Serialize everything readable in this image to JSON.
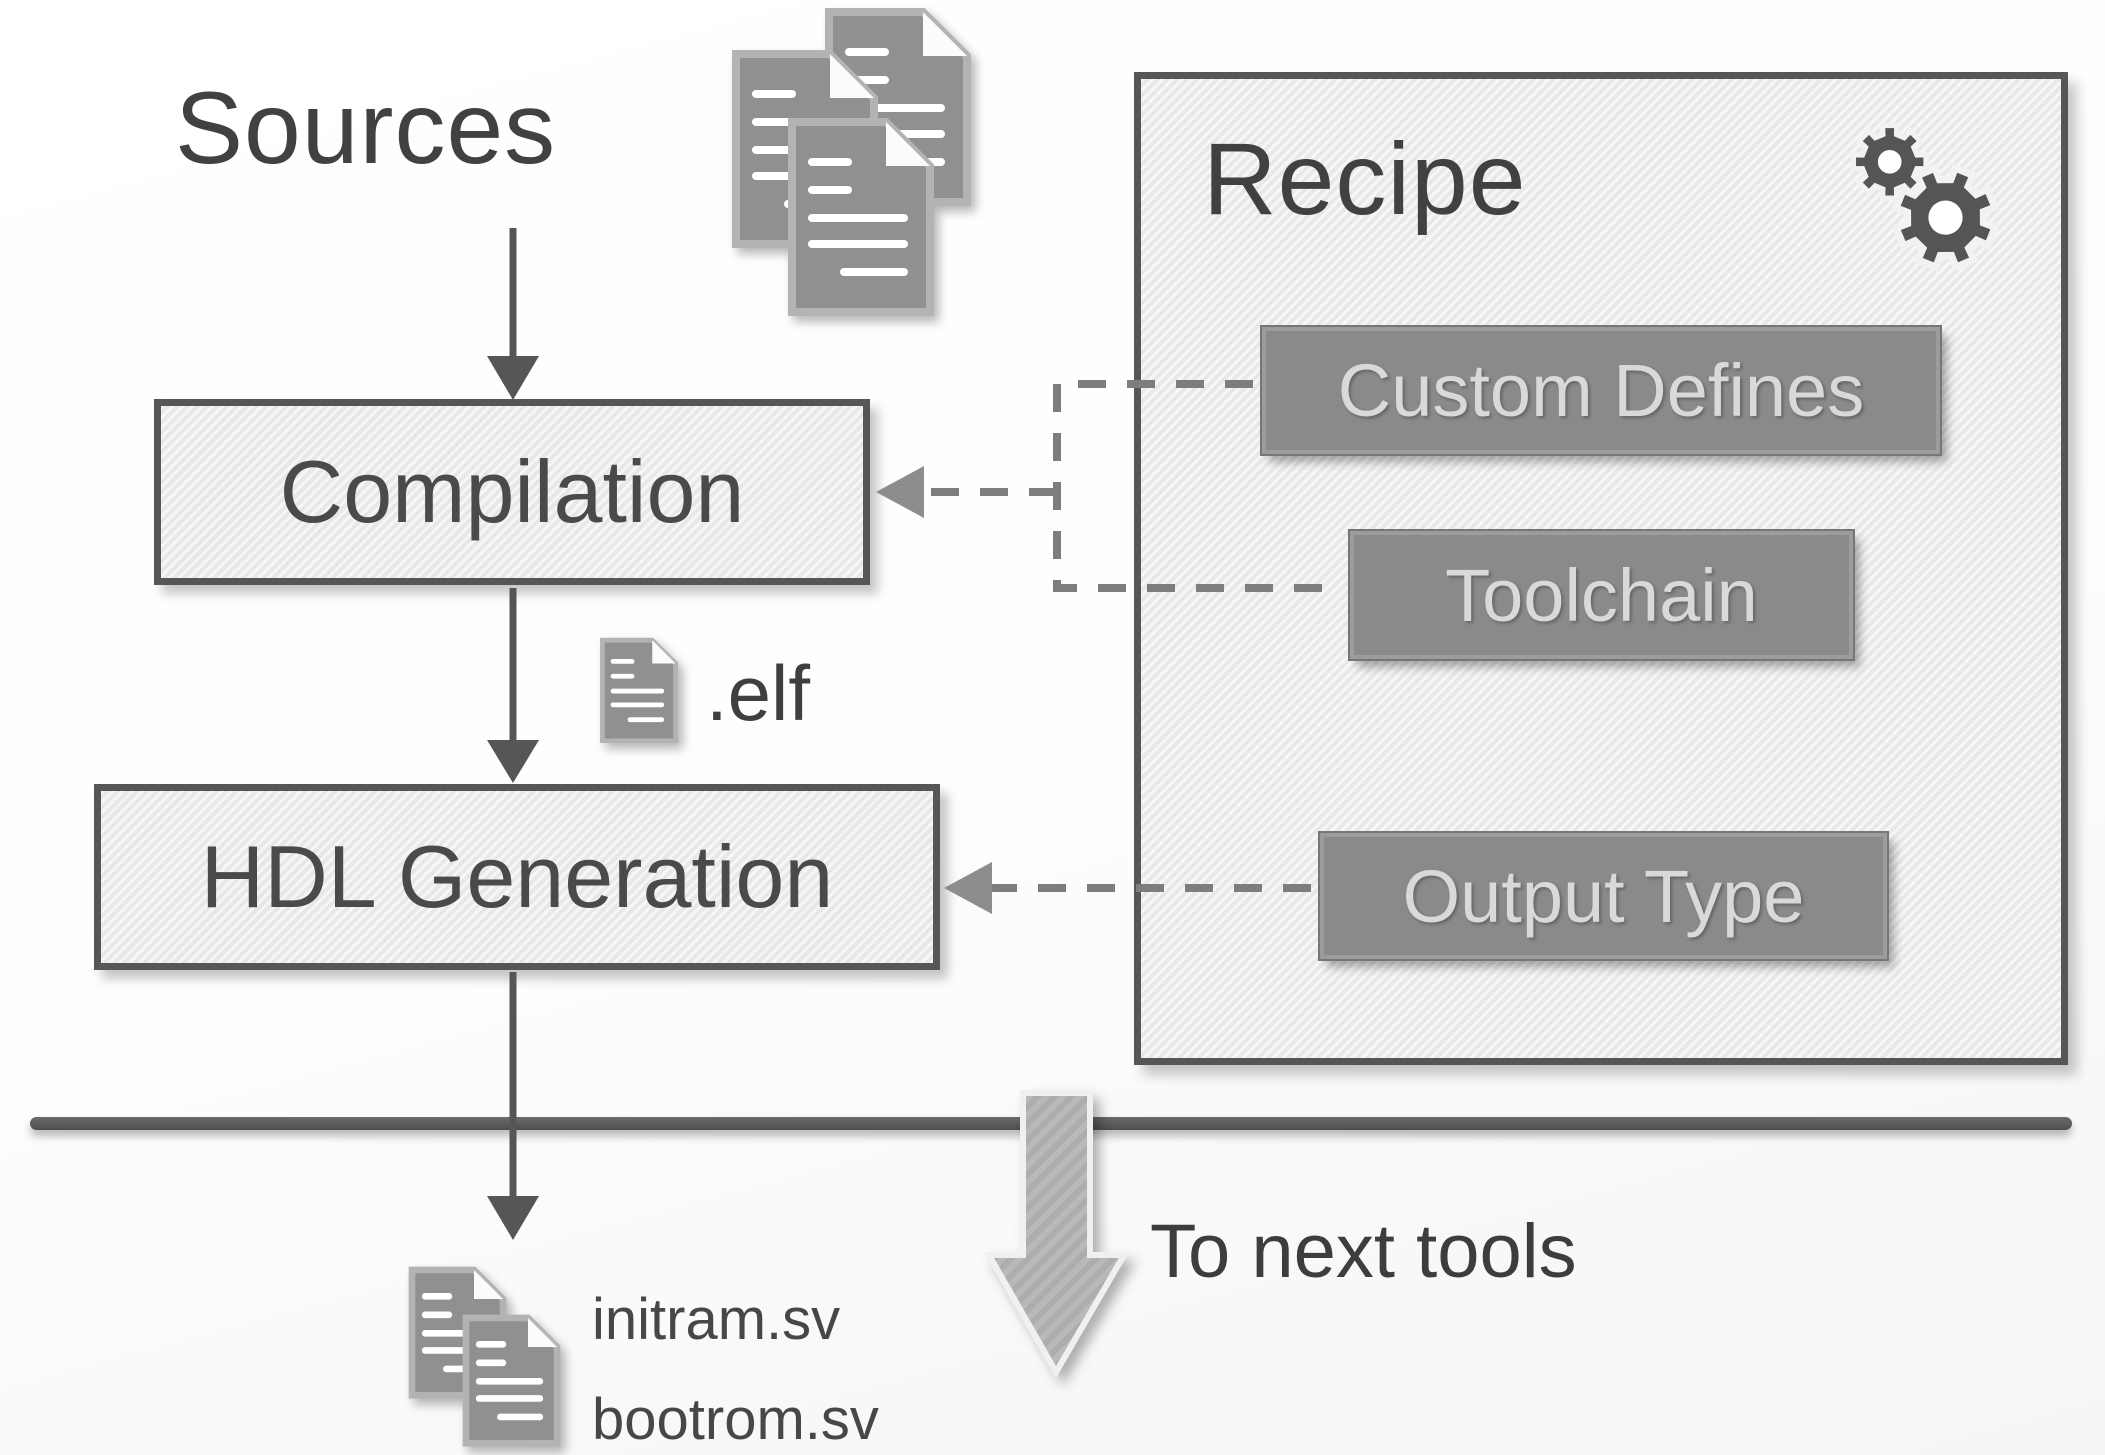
{
  "diagram": {
    "sources": {
      "label": "Sources",
      "icon": "documents-stack-icon"
    },
    "stages": [
      {
        "label": "Compilation"
      },
      {
        "label": "HDL Generation"
      }
    ],
    "intermediate_file": {
      "label": ".elf",
      "icon": "document-icon"
    },
    "recipe": {
      "title": "Recipe",
      "icon": "gears-icon",
      "params": [
        {
          "label": "Custom Defines"
        },
        {
          "label": "Toolchain"
        },
        {
          "label": "Output Type"
        }
      ]
    },
    "connections": [
      {
        "from": "Sources",
        "to": "Compilation",
        "style": "solid-arrow"
      },
      {
        "from": "Compilation",
        "to": "HDL Generation",
        "style": "solid-arrow",
        "via": ".elf"
      },
      {
        "from": "HDL Generation",
        "to": "output files",
        "style": "solid-arrow"
      },
      {
        "from": "Custom Defines",
        "to": "Compilation",
        "style": "dashed-arrow"
      },
      {
        "from": "Toolchain",
        "to": "Compilation",
        "style": "dashed-arrow"
      },
      {
        "from": "Output Type",
        "to": "HDL Generation",
        "style": "dashed-arrow"
      }
    ],
    "outputs": {
      "icon": "documents-stack-icon",
      "files": [
        "initram.sv",
        "bootrom.sv"
      ]
    },
    "next_tools": {
      "label": "To next tools",
      "icon": "block-down-arrow"
    },
    "colors": {
      "line_dark": "#565656",
      "box_fill": "#ececec",
      "button_fill": "#8a8a8a",
      "button_text": "#d9d9d9",
      "text_dark": "#414141",
      "dashed_line": "#7d7d7d",
      "dashed_arrowhead": "#8d8d8d",
      "doc_icon_fill": "#909090",
      "block_arrow_fill": "#adadad"
    }
  }
}
